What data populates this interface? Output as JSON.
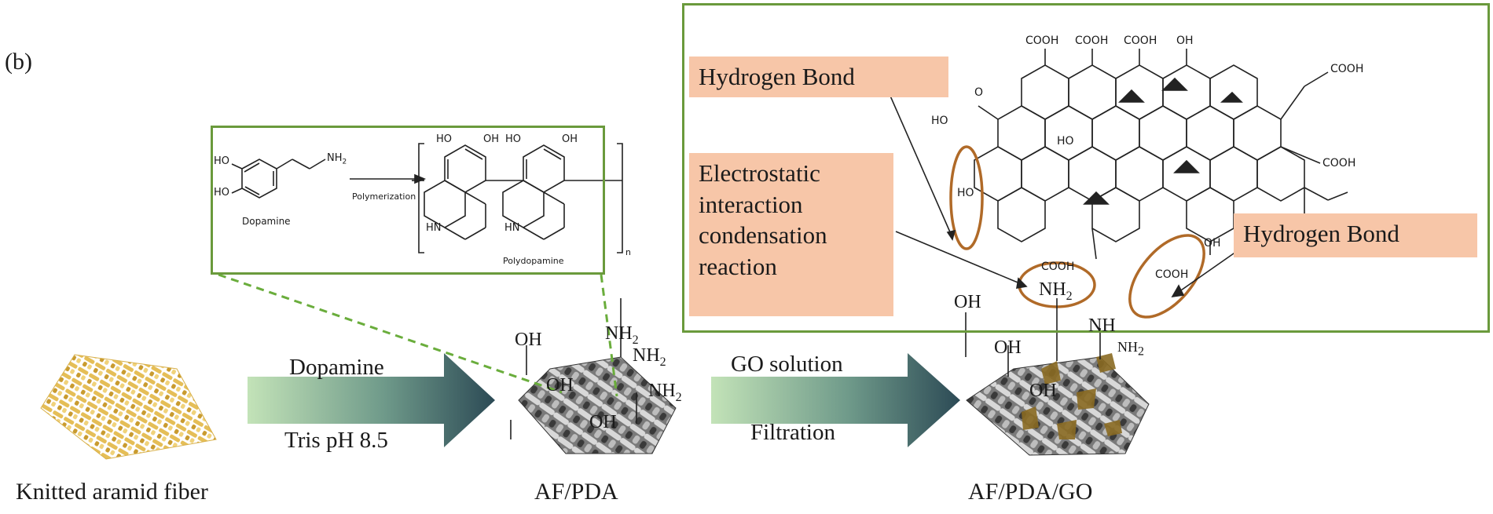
{
  "panel_label": "(b)",
  "bottom_labels": {
    "raw": "Knitted aramid fiber",
    "pda": "AF/PDA",
    "go": "AF/PDA/GO"
  },
  "step1": {
    "top": "Dopamine",
    "bottom": "Tris pH 8.5"
  },
  "step2": {
    "top": "GO solution",
    "bottom": "Filtration"
  },
  "inset_left": {
    "dopamine_label": "Dopamine",
    "arrow_label": "Polymerization",
    "polymer_label": "Polydopamine",
    "subscript_n": "n",
    "ho1": "HO",
    "ho2": "HO",
    "nh2": "NH",
    "top_ho": "HO",
    "top_oh": "OH",
    "top_ho2": "HO",
    "top_oh2": "OH",
    "hn1": "HN",
    "hn2": "HN"
  },
  "inset_right": {
    "hbond1": "Hydrogen Bond",
    "electro_lines": [
      "Electrostatic",
      "interaction",
      "condensation",
      "reaction"
    ],
    "hbond2": "Hydrogen Bond",
    "groups": {
      "cooh_top1": "COOH",
      "cooh_top2": "COOH",
      "cooh_top3": "COOH",
      "oh_top": "OH",
      "cooh_right_top": "COOH",
      "cooh_right_mid": "COOH",
      "ho_left": "HO",
      "o_left": "O",
      "ho_mid": "HO",
      "ho_left2": "HO",
      "cooh_center": "COOH",
      "cooh_lower": "COOH",
      "oh_right": "OH"
    }
  },
  "pda_groups": {
    "oh_top": "OH",
    "oh_mid": "OH",
    "oh_bottom": "OH",
    "nh2_a": "NH",
    "nh2_b": "NH",
    "nh2_c": "NH",
    "sub2": "2"
  },
  "go_groups": {
    "oh_a": "OH",
    "nh2_a": "NH",
    "oh_b": "OH",
    "nh_b": "NH",
    "oh_c": "OH",
    "nh2_c": "NH",
    "sub2": "2"
  },
  "colors": {
    "frame_green": "#6a9a3c",
    "dash_green": "#6aad3c",
    "salmon": "#f7c6a8",
    "ellipse_brown": "#b06a28",
    "arrow_light": "#b9dcb0",
    "arrow_dark": "#2c4a55",
    "fiber_gold": "#e0b84a",
    "go_flake": "#8a6a22"
  }
}
